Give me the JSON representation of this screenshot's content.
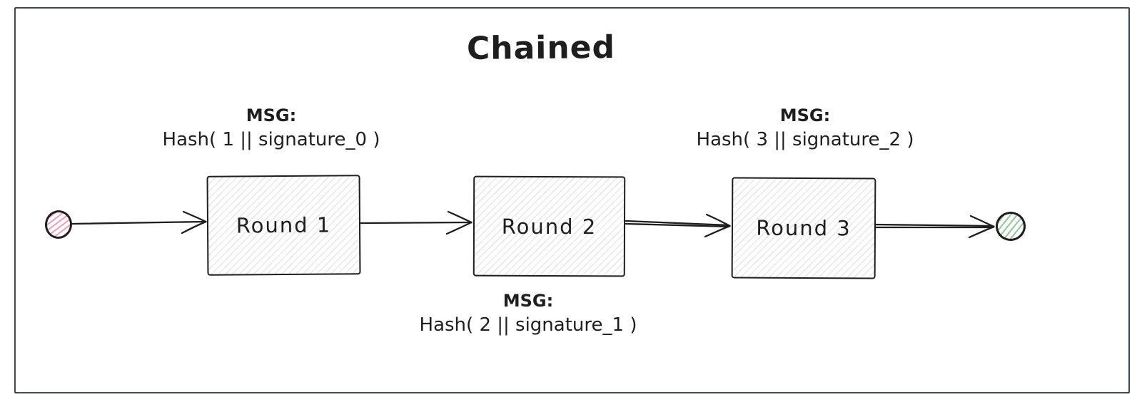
{
  "diagram": {
    "title": "Chained",
    "rounds": [
      {
        "label": "Round 1"
      },
      {
        "label": "Round 2"
      },
      {
        "label": "Round 3"
      }
    ],
    "messages": [
      {
        "heading": "MSG:",
        "text": "Hash( 1 || signature_0 )"
      },
      {
        "heading": "MSG:",
        "text": "Hash( 2 || signature_1 )"
      },
      {
        "heading": "MSG:",
        "text": "Hash( 3 || signature_2 )"
      }
    ],
    "nodes": {
      "start": {
        "shape": "circle",
        "hatch_color": "#e64980"
      },
      "end": {
        "shape": "circle",
        "hatch_color": "#2f9e44"
      }
    },
    "colors": {
      "ink": "#1e1e1e",
      "box_hatch": "#d8d8d8",
      "start_node_hatch": "#e64980",
      "end_node_hatch": "#2f9e44",
      "frame": "#43484e",
      "background": "#ffffff"
    }
  }
}
